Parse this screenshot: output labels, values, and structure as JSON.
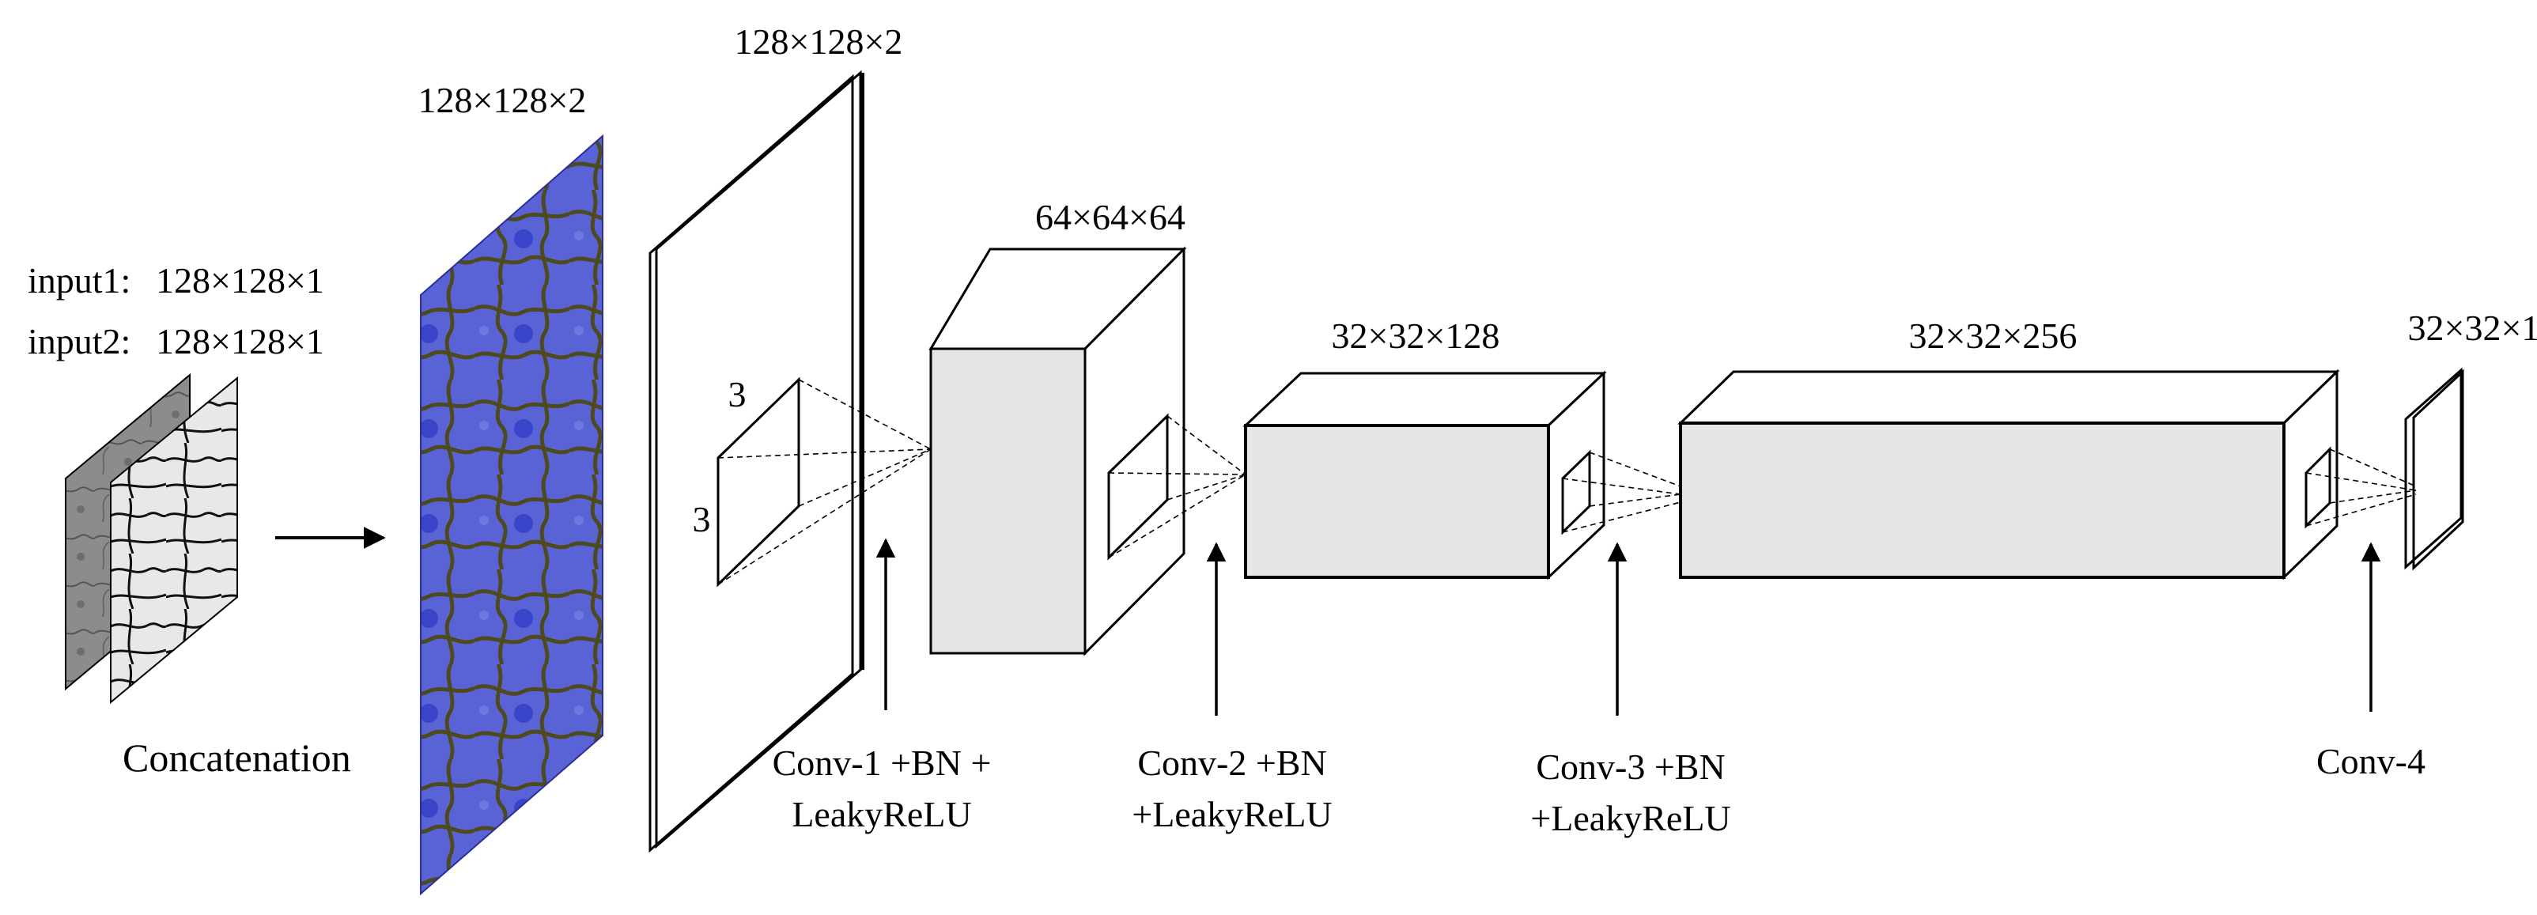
{
  "diagram": {
    "inputs": {
      "input1_label": "input1:",
      "input1_dims": "128×128×1",
      "input2_label": "input2:",
      "input2_dims": "128×128×1",
      "concat_label": "Concatenation"
    },
    "layers": {
      "concat_dims": "128×128×2",
      "padded_dims": "128×128×2",
      "kernel_h": "3",
      "kernel_w": "3",
      "block1_dims": "64×64×64",
      "block2_dims": "32×32×128",
      "block3_dims": "32×32×256",
      "output_dims": "32×32×1"
    },
    "operations": {
      "conv1_line1": "Conv-1 +BN +",
      "conv1_line2": "LeakyReLU",
      "conv2_line1": "Conv-2 +BN",
      "conv2_line2": "+LeakyReLU",
      "conv3_line1": "Conv-3 +BN",
      "conv3_line2": "+LeakyReLU",
      "conv4_line1": "Conv-4"
    },
    "colors": {
      "block_face": "#e6e6e6",
      "concat_tint": "#5a63d6",
      "membrane": "#4d4a1e",
      "input_gray": "#8c8c8c"
    }
  }
}
